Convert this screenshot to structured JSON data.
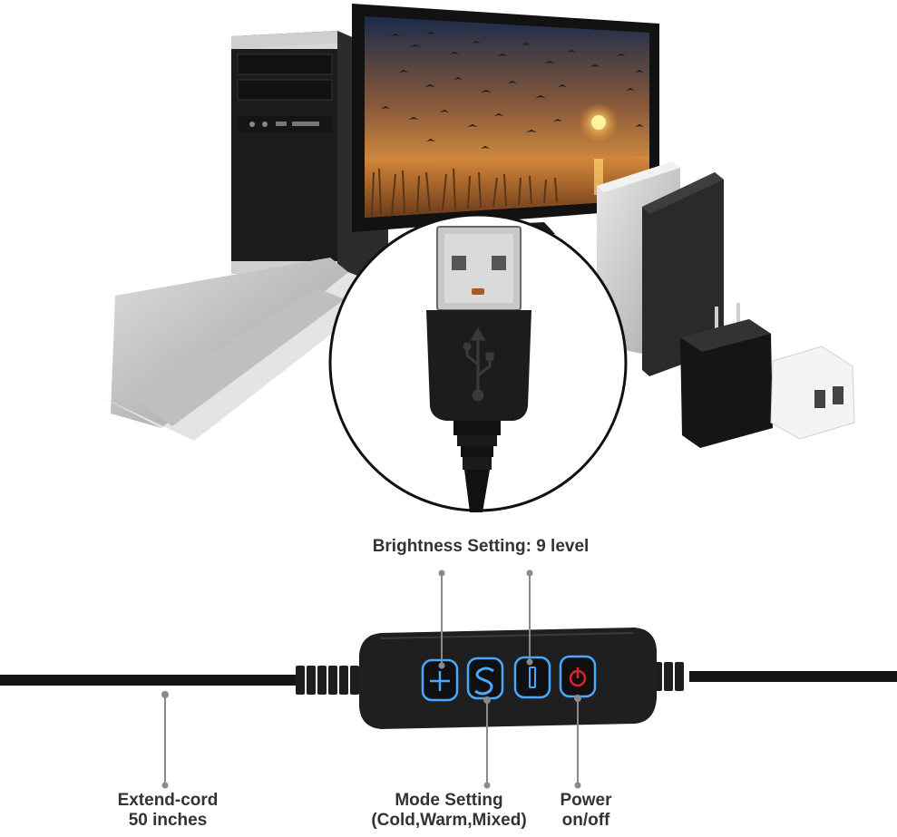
{
  "brightness_label": "Brightness Setting: 9 level",
  "extend_cord": {
    "line1": "Extend-cord",
    "line2": "50 inches"
  },
  "mode_setting": {
    "line1": "Mode Setting",
    "line2": "(Cold,Warm,Mixed)"
  },
  "power": {
    "line1": "Power",
    "line2": "on/off"
  },
  "icons": [
    "usb-trident-icon",
    "plus-icon",
    "mode-s-icon",
    "minus-icon",
    "power-icon"
  ],
  "colors": {
    "button_glow": "#4aa8ff",
    "power_accent": "#e0202a",
    "controller": "#1f1f1f",
    "sunset": "#f0a040"
  }
}
